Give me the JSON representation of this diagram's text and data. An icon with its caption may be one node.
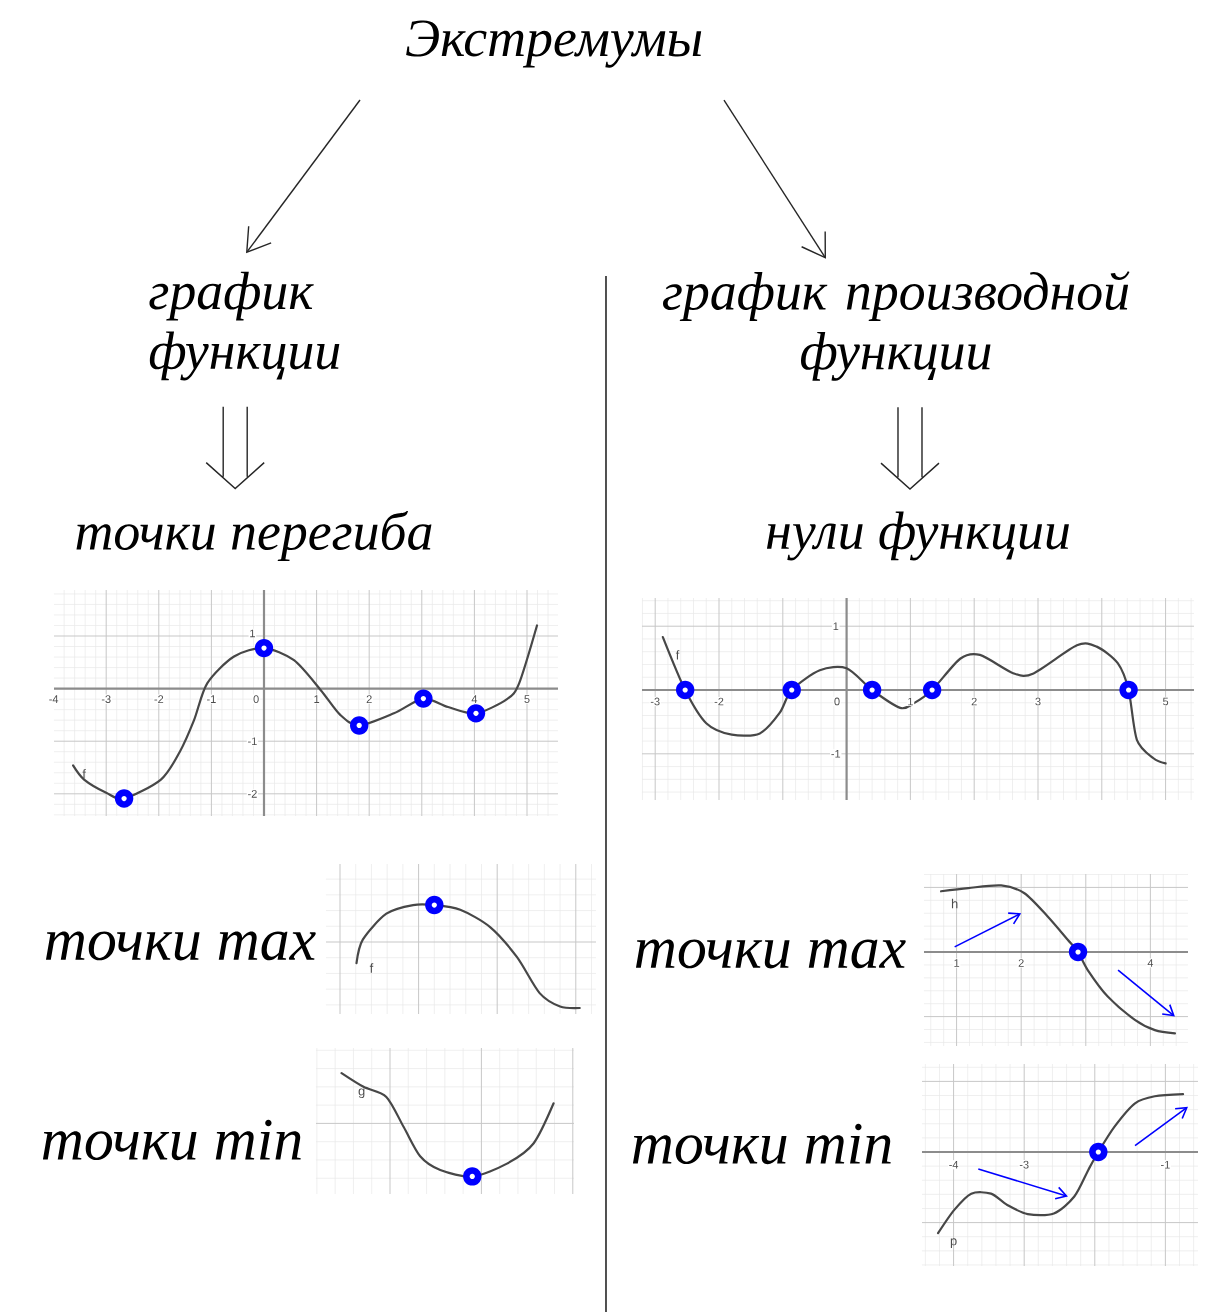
{
  "diagram": {
    "nodes": [
      {
        "text": [
          "Экстремумы"
        ]
      },
      {
        "text": [
          "график функции"
        ]
      },
      {
        "text": [
          "график производной функции"
        ]
      },
      {
        "text": [
          "точки перегиба"
        ]
      },
      {
        "text": [
          "нули функции"
        ]
      }
    ],
    "edges": [
      {
        "from": 0,
        "to": 1,
        "arrow": "to"
      },
      {
        "from": 0,
        "to": 2,
        "arrow": "to"
      },
      {
        "from": 1,
        "to": 3,
        "arrow": "to"
      },
      {
        "from": 2,
        "to": 4,
        "arrow": "to"
      }
    ],
    "labels": [
      "-4",
      "-3",
      "-2",
      "-1",
      "0",
      "1",
      "2",
      "4",
      "5",
      "1",
      "-1",
      "-2",
      "f",
      "-3",
      "-2",
      "0",
      "1",
      "2",
      "3",
      "5",
      "1",
      "-1",
      "f",
      "точки max",
      "f",
      "точки max",
      "h",
      "1",
      "2",
      "4",
      "точки min",
      "g",
      "точки min",
      "p",
      "-4",
      "-3",
      "-1"
    ]
  }
}
